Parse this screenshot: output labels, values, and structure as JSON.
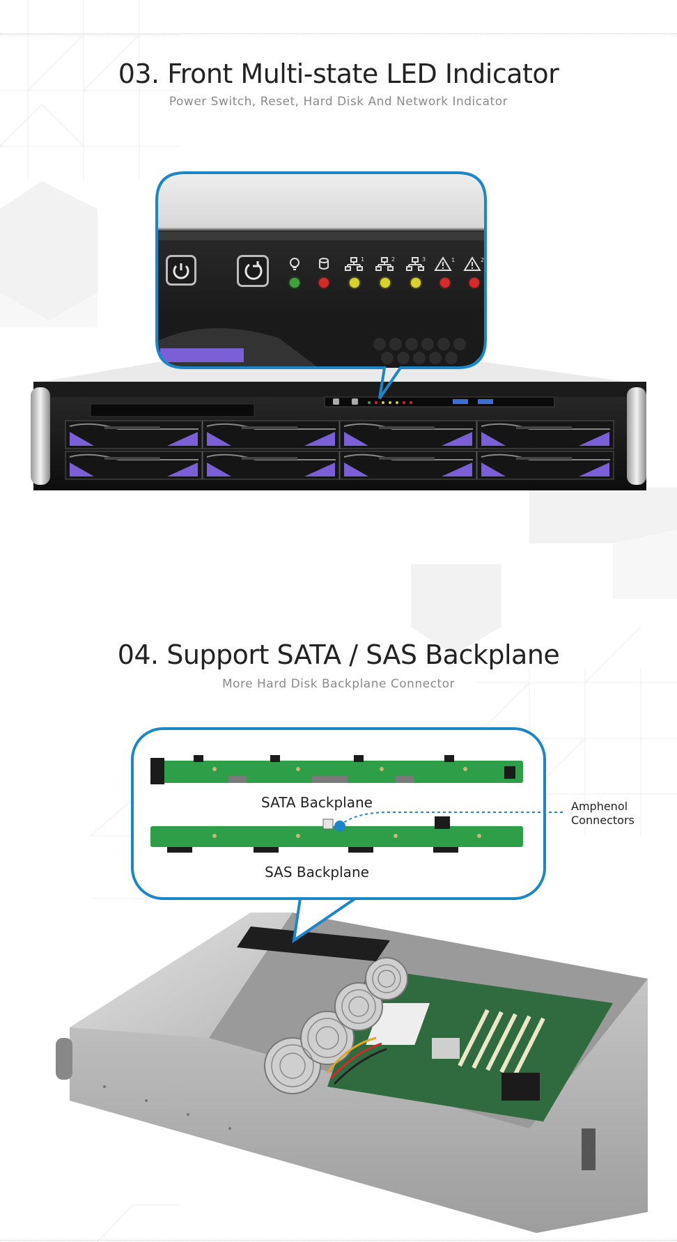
{
  "section_3": {
    "title": "03. Front Multi-state LED Indicator",
    "subtitle": "Power Switch, Reset, Hard Disk And Network Indicator",
    "indicators": [
      {
        "icon": "lightbulb-icon",
        "led_color": "#3fa13f"
      },
      {
        "icon": "hard-disk-icon",
        "led_color": "#d62a2a"
      },
      {
        "icon": "network-icon",
        "sup": "1",
        "led_color": "#d8d22a"
      },
      {
        "icon": "network-icon",
        "sup": "2",
        "led_color": "#d8d22a"
      },
      {
        "icon": "network-icon",
        "sup": "3",
        "led_color": "#d8d22a"
      },
      {
        "icon": "warning-icon",
        "sup": "1",
        "led_color": "#d62a2a"
      },
      {
        "icon": "warning-icon",
        "sup": "2",
        "led_color": "#d62a2a"
      }
    ]
  },
  "section_4": {
    "title": "04. Support SATA / SAS Backplane",
    "subtitle": "More Hard Disk Backplane Connector",
    "sata_label": "SATA Backplane",
    "sas_label": "SAS Backplane",
    "connector_label_line1": "Amphenol",
    "connector_label_line2": "Connectors"
  },
  "colors": {
    "accent_blue": "#1b86c8",
    "drive_purple": "#7b5fd6",
    "pcb_green": "#2f9e48"
  }
}
